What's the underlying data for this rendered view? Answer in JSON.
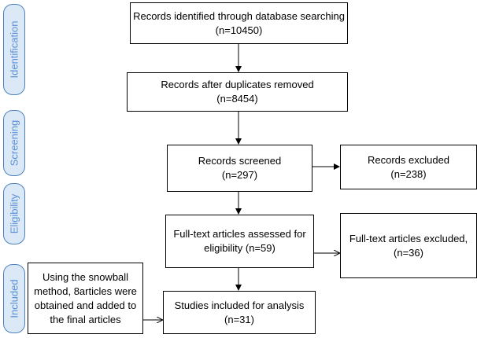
{
  "stages": {
    "identification": "Identification",
    "screening": "Screening",
    "eligibility": "Eligibility",
    "included": "Included"
  },
  "boxes": {
    "identified": {
      "line1": "Records identified through database searching",
      "line2": "(n=10450)"
    },
    "duplicates_removed": {
      "line1": "Records after duplicates removed",
      "line2": "(n=8454)"
    },
    "screened": {
      "line1": "Records screened",
      "line2": "(n=297)"
    },
    "excluded": {
      "line1": "Records excluded",
      "line2": "(n=238)"
    },
    "fulltext_assessed": {
      "line1": "Full-text articles assessed for",
      "line2": "eligibility (n=59)"
    },
    "fulltext_excluded": {
      "line1": "Full-text articles excluded,",
      "line2": "(n=36)"
    },
    "snowball": {
      "line1": "Using the snowball",
      "line2": "method, 8articles were",
      "line3": "obtained and added to",
      "line4": "the final articles"
    },
    "included": {
      "line1": "Studies included for analysis",
      "line2": "(n=31)"
    }
  }
}
